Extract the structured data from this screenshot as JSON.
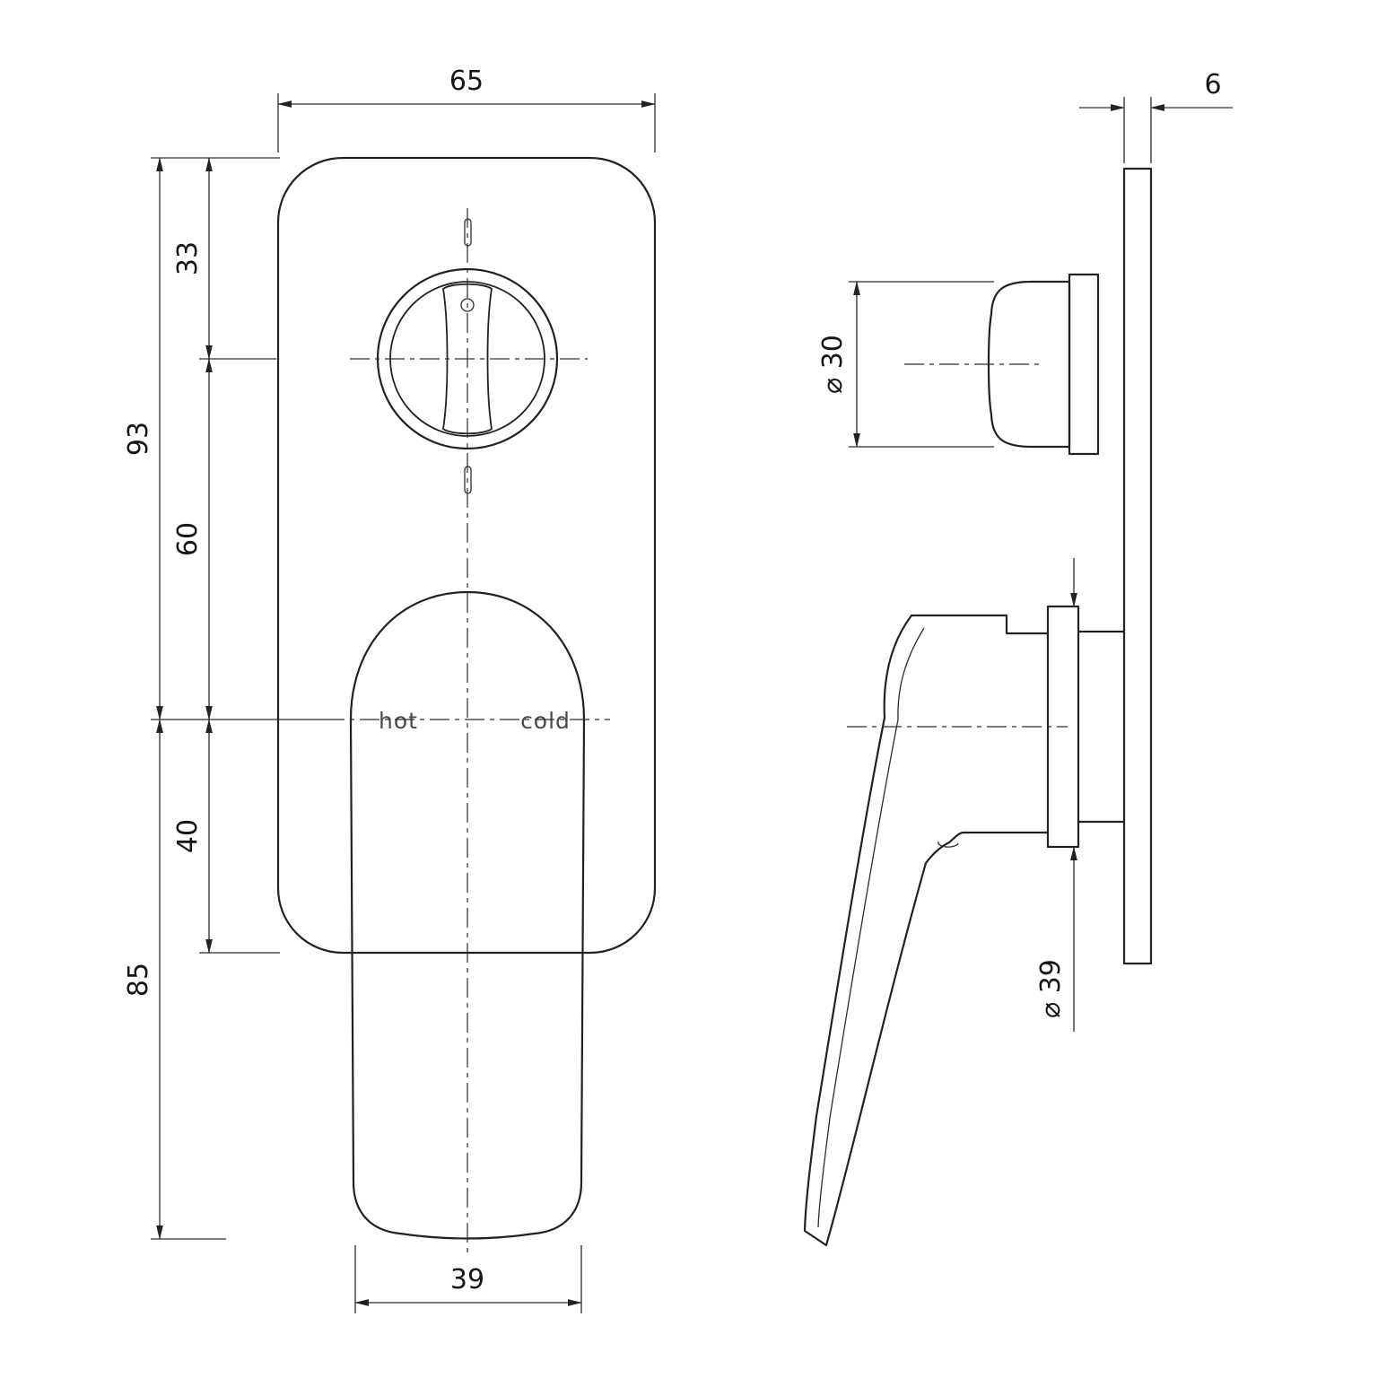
{
  "front_view": {
    "hot_label": "hot",
    "cold_label": "cold",
    "dims": {
      "plate_width": "65",
      "top_to_knob": "33",
      "top_to_pivot": "93",
      "knob_to_pivot": "60",
      "pivot_to_plate_bottom": "40",
      "pivot_to_handle_tip": "85",
      "handle_width": "39"
    }
  },
  "side_view": {
    "dims": {
      "plate_thickness": "6",
      "knob_diameter": "⌀ 30",
      "handle_base_diameter": "⌀ 39"
    }
  },
  "line_color": "#222222",
  "background_color": "#ffffff"
}
